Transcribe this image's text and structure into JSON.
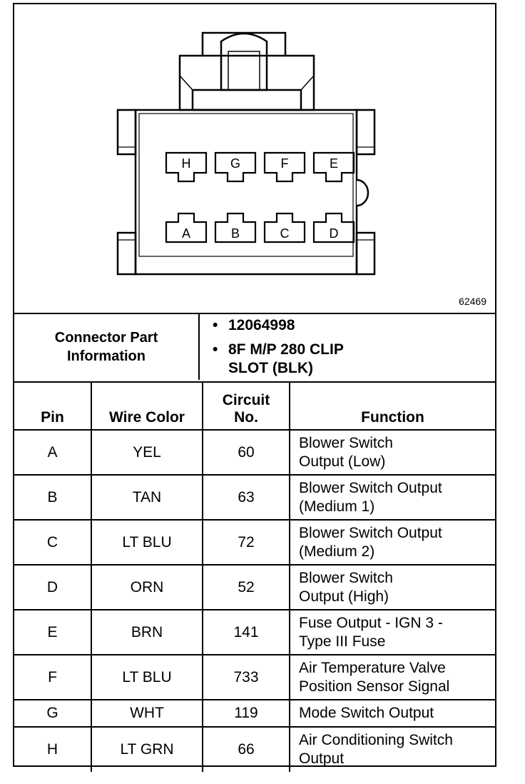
{
  "figure_id": "62469",
  "connector_pins": {
    "top_row": [
      "H",
      "G",
      "F",
      "E"
    ],
    "bottom_row": [
      "A",
      "B",
      "C",
      "D"
    ]
  },
  "connector_info": {
    "label_line1": "Connector Part",
    "label_line2": "Information",
    "part_number": "12064998",
    "description_line1": "8F M/P 280 CLIP",
    "description_line2": "SLOT (BLK)"
  },
  "table": {
    "headers": {
      "pin": "Pin",
      "wire_color": "Wire Color",
      "circuit_line1": "Circuit",
      "circuit_line2": "No.",
      "function": "Function"
    },
    "rows": [
      {
        "pin": "A",
        "wire_color": "YEL",
        "circuit": "60",
        "function_line1": "Blower Switch",
        "function_line2": "Output (Low)"
      },
      {
        "pin": "B",
        "wire_color": "TAN",
        "circuit": "63",
        "function_line1": "Blower Switch Output",
        "function_line2": "(Medium 1)"
      },
      {
        "pin": "C",
        "wire_color": "LT BLU",
        "circuit": "72",
        "function_line1": "Blower Switch Output",
        "function_line2": "(Medium 2)"
      },
      {
        "pin": "D",
        "wire_color": "ORN",
        "circuit": "52",
        "function_line1": "Blower Switch",
        "function_line2": "Output (High)"
      },
      {
        "pin": "E",
        "wire_color": "BRN",
        "circuit": "141",
        "function_line1": "Fuse Output - IGN 3 -",
        "function_line2": "Type III Fuse"
      },
      {
        "pin": "F",
        "wire_color": "LT BLU",
        "circuit": "733",
        "function_line1": "Air Temperature Valve",
        "function_line2": "Position Sensor Signal"
      },
      {
        "pin": "G",
        "wire_color": "WHT",
        "circuit": "119",
        "function_line1": "Mode Switch Output",
        "function_line2": ""
      },
      {
        "pin": "H",
        "wire_color": "LT GRN",
        "circuit": "66",
        "function_line1": "Air Conditioning Switch",
        "function_line2": "Output"
      }
    ]
  }
}
